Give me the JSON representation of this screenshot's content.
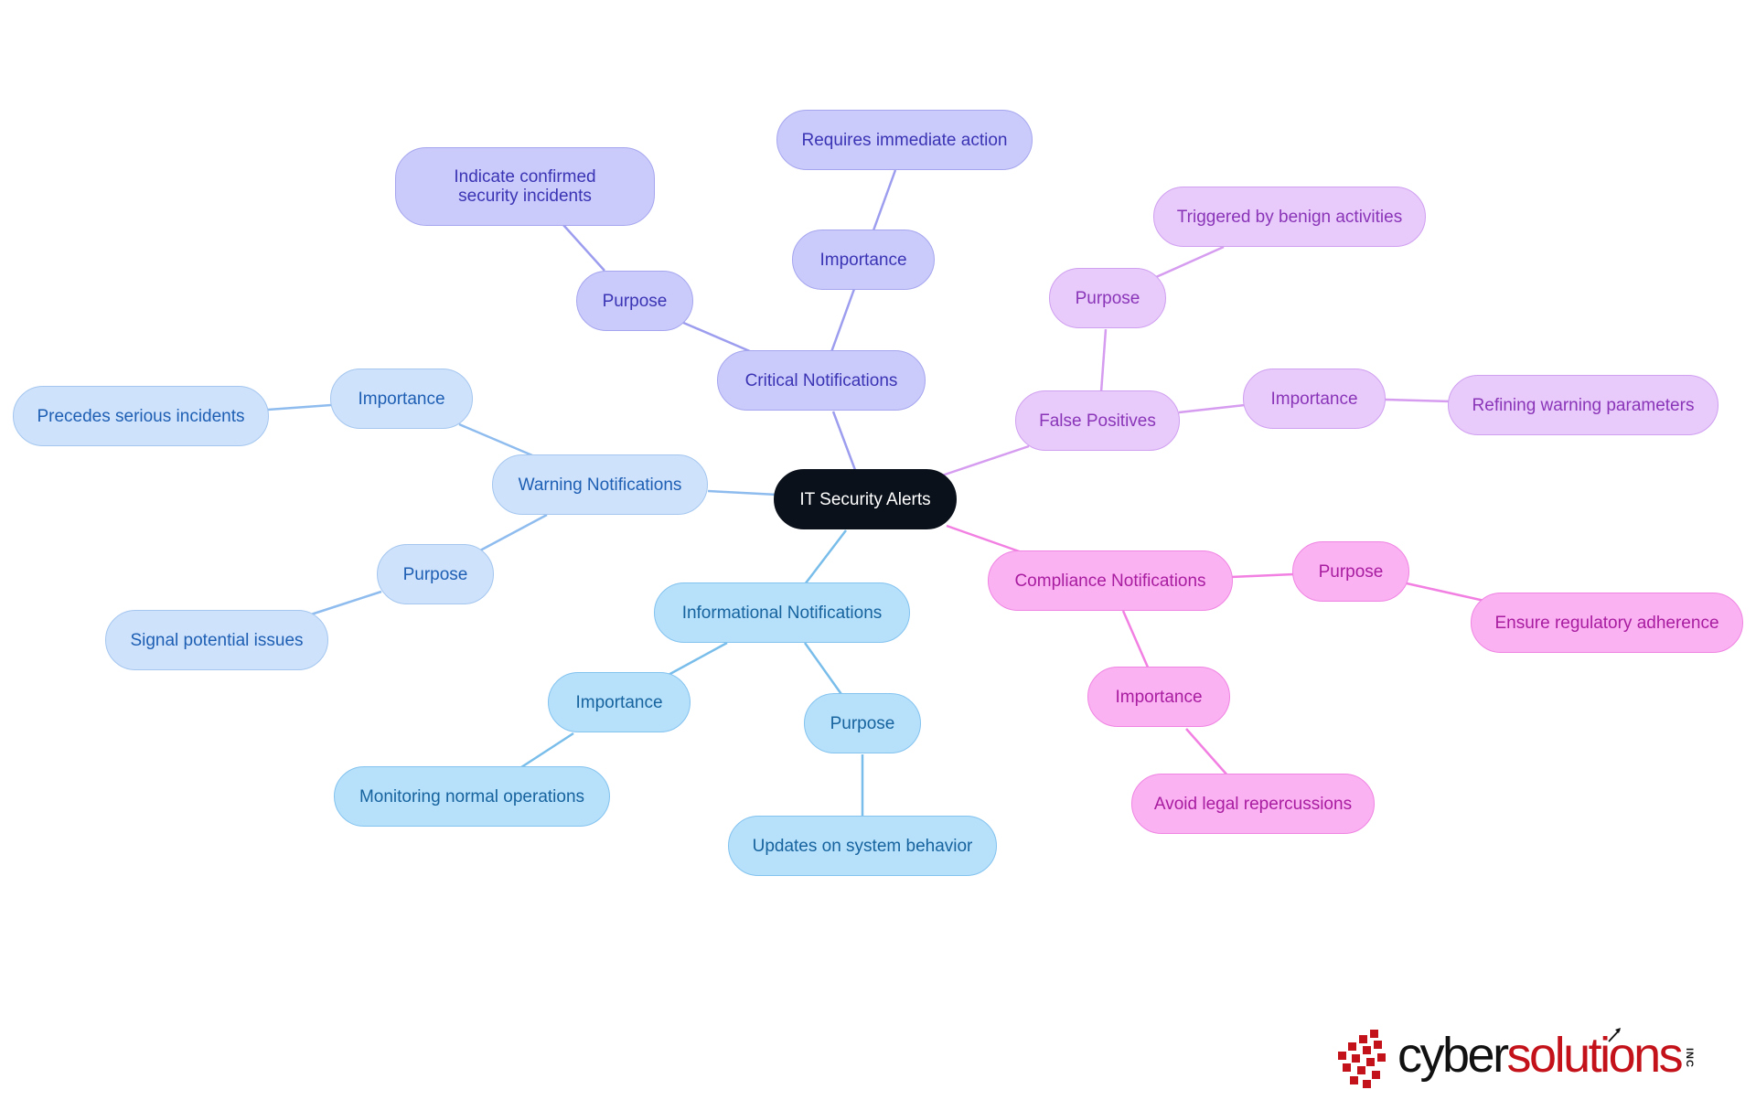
{
  "diagram": {
    "root": "IT Security Alerts",
    "branches": [
      {
        "label": "Critical Notifications",
        "children": [
          {
            "label": "Purpose",
            "detail": "Indicate confirmed security incidents"
          },
          {
            "label": "Importance",
            "detail": "Requires immediate action"
          }
        ]
      },
      {
        "label": "Warning Notifications",
        "children": [
          {
            "label": "Importance",
            "detail": "Precedes serious incidents"
          },
          {
            "label": "Purpose",
            "detail": "Signal potential issues"
          }
        ]
      },
      {
        "label": "Informational Notifications",
        "children": [
          {
            "label": "Importance",
            "detail": "Monitoring normal operations"
          },
          {
            "label": "Purpose",
            "detail": "Updates on system behavior"
          }
        ]
      },
      {
        "label": "False Positives",
        "children": [
          {
            "label": "Purpose",
            "detail": "Triggered by benign activities"
          },
          {
            "label": "Importance",
            "detail": "Refining warning parameters"
          }
        ]
      },
      {
        "label": "Compliance Notifications",
        "children": [
          {
            "label": "Purpose",
            "detail": "Ensure regulatory adherence"
          },
          {
            "label": "Importance",
            "detail": "Avoid legal repercussions"
          }
        ]
      }
    ]
  },
  "logo": {
    "word1": "cyber",
    "word2": "solutions",
    "suffix": "INC"
  },
  "colors": {
    "root": "#0b111b",
    "critical": "#cbcbfb",
    "warning": "#cfe2fb",
    "informational": "#b7e0fb",
    "false_positives": "#e8cbfb",
    "compliance": "#fbb2f3",
    "brand_red": "#c4121a"
  }
}
